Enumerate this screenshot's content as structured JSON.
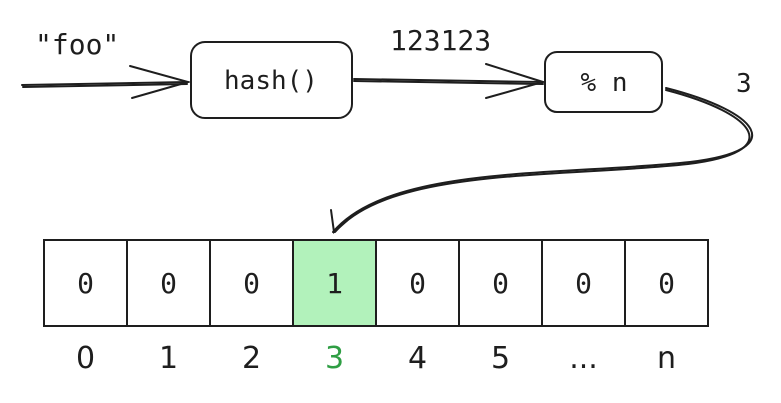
{
  "input": {
    "text": "\"foo\""
  },
  "hash_box": {
    "label": "hash()"
  },
  "hash_output": {
    "text": "123123"
  },
  "mod_box": {
    "label": "% n"
  },
  "mod_output": {
    "text": "3"
  },
  "array": {
    "cells": [
      "0",
      "0",
      "0",
      "1",
      "0",
      "0",
      "0",
      "0"
    ],
    "indices": [
      "0",
      "1",
      "2",
      "3",
      "4",
      "5",
      "...",
      "n"
    ],
    "highlight_index": 3
  },
  "colors": {
    "stroke": "#1e1e1e",
    "highlight_fill": "#b2f2bb",
    "highlight_index_text": "#2f9e44"
  }
}
